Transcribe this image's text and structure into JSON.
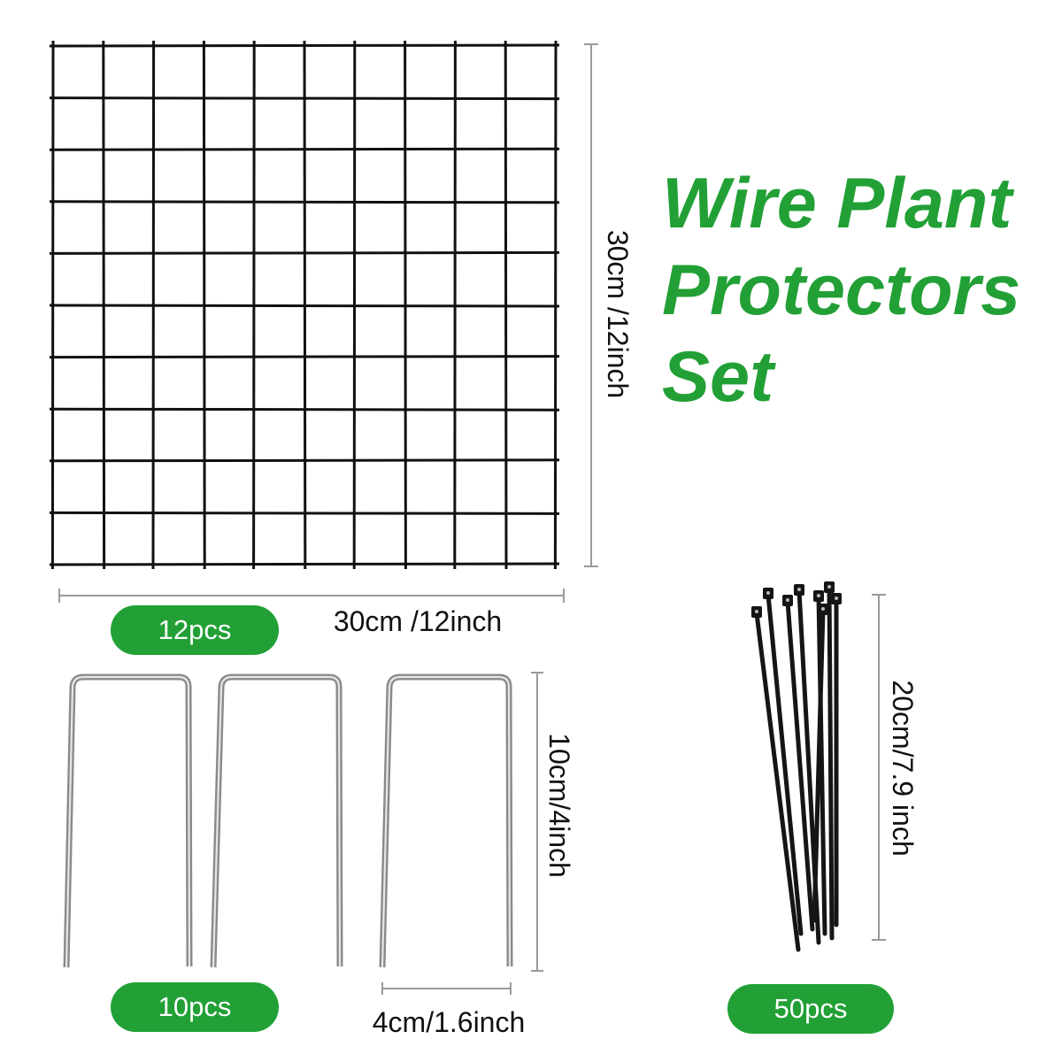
{
  "title": {
    "line1": "Wire Plant",
    "line2": "Protectors",
    "line3": "Set"
  },
  "colors": {
    "accent": "#22a036",
    "wire": "#111111",
    "stake_metal": "#8a8a8a",
    "dimension_line": "#9a9a9a",
    "tie": "#151515",
    "background": "#ffffff"
  },
  "mesh_panel": {
    "height_label": "30cm /12inch",
    "width_label": "30cm /12inch",
    "quantity": "12pcs"
  },
  "ground_stakes": {
    "height_label": "10cm/4inch",
    "width_label": "4cm/1.6inch",
    "quantity": "10pcs"
  },
  "cable_ties": {
    "length_label": "20cm/7.9 inch",
    "quantity": "50pcs"
  }
}
